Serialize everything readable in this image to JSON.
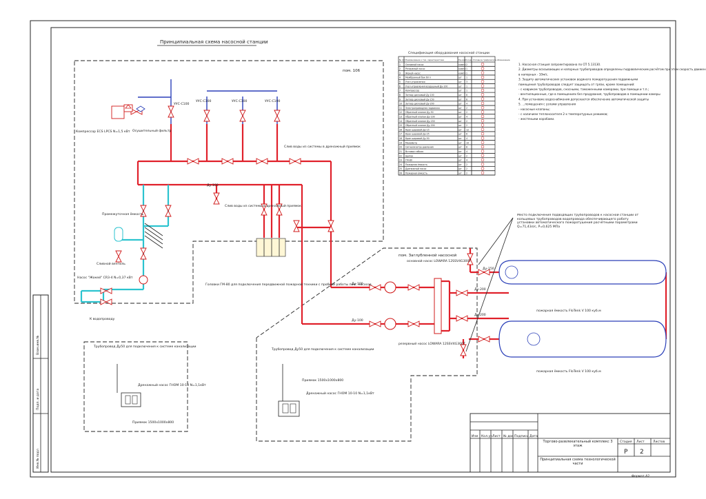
{
  "drawing": {
    "title": "Принципиальная схема насосной станции",
    "room_106": "пом. 106",
    "room_pump": "пом. Заглубленной насосной"
  },
  "spec_table": {
    "title": "Спецификация оборудования насосной станции",
    "headers": [
      "№ п/п",
      "Наименование и тех. характеристики",
      "Ед.изм",
      "Кол-во",
      "Условное графическое обозначение"
    ],
    "rows": [
      [
        "1",
        "Основной насос",
        "компл",
        "2"
      ],
      [
        "2",
        "Резервный насос",
        "компл",
        "1"
      ],
      [
        "3",
        "Жокей-насос",
        "компл",
        "1"
      ],
      [
        "4",
        "Мембранный бак 60 л",
        "шт",
        "1"
      ],
      [
        "5",
        "Узел управления",
        "шт",
        "3"
      ],
      [
        "6",
        "Узел управления воздушный Ду-100",
        "шт",
        "1"
      ],
      [
        "7",
        "Компрессор",
        "шт",
        "1"
      ],
      [
        "8",
        "Затвор дисковый Ду-100",
        "шт",
        "8"
      ],
      [
        "9",
        "Затвор дисковый Ду-150",
        "шт",
        "6"
      ],
      [
        "10",
        "Затвор дисковый Ду-200",
        "шт",
        "4"
      ],
      [
        "11",
        "Электроприводная задвижка",
        "шт",
        "2"
      ],
      [
        "12",
        "Обратный клапан Ду-50",
        "шт",
        "2"
      ],
      [
        "13",
        "Обратный клапан Ду-100",
        "шт",
        "4"
      ],
      [
        "14",
        "Обратный клапан Ду-150",
        "шт",
        "2"
      ],
      [
        "15",
        "Обратный клапан Ду-200",
        "шт",
        "2"
      ],
      [
        "16",
        "Кран шаровой Ду-15",
        "шт",
        "12"
      ],
      [
        "17",
        "Кран шаровой Ду-25",
        "шт",
        "6"
      ],
      [
        "18",
        "Кран шаровой Ду-50",
        "шт",
        "4"
      ],
      [
        "19",
        "Манометр",
        "шт",
        "10"
      ],
      [
        "20",
        "Сигнализатор давления",
        "шт",
        "8"
      ],
      [
        "21",
        "Вставка гибкая",
        "шт",
        "4"
      ],
      [
        "22",
        "Щиток",
        "шт",
        "2"
      ],
      [
        "23",
        "ГМ-80",
        "шт",
        "4"
      ],
      [
        "24",
        "Пожарная ёмкость",
        "шт",
        "2"
      ],
      [
        "25",
        "Дренажный насос",
        "шт",
        "2"
      ],
      [
        "26",
        "Пожарная ёмкость",
        "шт",
        "2"
      ]
    ]
  },
  "notes": [
    "1. Насосная станция запроектирована по СП 5.13130.",
    "2. Диаметры всасывающих и напорных трубопроводов определены гидравлическим расчётом при этом скорость движения воды во всасывающих трубопроводах не превышает 2,8 м/с,",
    "  в напорных - 10м/с.",
    "3. Защиту автоматических установок водяного пожаротушения подвижными",
    "   помещения трубопроводов следует защищать от грязи, кроме помещений:",
    "   - с ковриком трубопроводов, сносными, таможенными камерами, при помощи и т.п.;",
    "   - вентиляционные, где в помещениях без продувания, трубопроводов в помещении камеры",
    "   4. При установке водоснабжения допускается обеспечение автоматической защиты",
    "   5. ...помещения с узлами управления",
    "   - насосные клапаны;",
    "   - с наличием теплоносителя 2-х температурных режимов;",
    "   - жестяными коробами."
  ],
  "labels": {
    "compressor": "Компрессор ECS LPCS N=1,5 кВт",
    "air_filter": "Осушительный фильтр",
    "intermediate_tank": "Промежуточная ёмкость",
    "drain_valve": "Сливной вентиль",
    "jockey_pump": "Насос \"Жокей\" CR3-4 N=0,37 кВт",
    "to_water": "К водопроводу",
    "drain_pipe_1": "Слив воды из системы в дренажный приямок",
    "drain_pipe_2": "Слив воды из системы в дренажный приямок",
    "gm80": "Головки ГМ-80 для подключения передвижной пожарной техники с пробкой работы пож. насосов",
    "pump_main": "основной насос LOWARA 12SSV4G300T",
    "pump_reserve": "резервный насос LOWARA 12SSV4G300T",
    "tank_1": "пожарная ёмкость FloTenk V 100 куб.м",
    "tank_2": "пожарная ёмкость FloTenk V 100 куб.м",
    "fire_station_note": "Место подключения подводящих трубопроводов к насосной станции от кольцевых трубопроводов водопровода обеспечивающего работу установки автоматического пожаротушения расчётными параметрами Q=71,43л/с, P=0,625 МПа",
    "drain_pipe_left": "Трубопровод Ду50 для подключения к системе канализации",
    "drain_pipe_right": "Трубопровод Ду50 для подключения к системе канализации",
    "drain_pump_left": "Дренажный насос ГНОМ 10-10 N=1,1кВт",
    "drain_pump_right": "Дренажный насос ГНОМ 10-10 N=1,1кВт",
    "pit_left": "Приямок 1500х1000х800",
    "pit_right": "Приямок 1500х1000х800",
    "uus1": "УУС-С100",
    "uus2": "УУС-С100",
    "uus3": "УУС-С100",
    "uus4": "УУС-С100",
    "du100": "Ду-100",
    "du150": "Ду-150",
    "du200": "Ду-200"
  },
  "title_block": {
    "project": "Торгово-развлекательный комплекс 3 этаж",
    "sheet_title": "Принципиальная схема технологической части",
    "stage_label": "Стадия",
    "sheet_label": "Лист",
    "sheets_label": "Листов",
    "stage": "Р",
    "sheet": "2",
    "col_labels": [
      "Изм",
      "Кол.уч",
      "Лист",
      "№ док",
      "Подпись",
      "Дата"
    ],
    "format": "Формат А2"
  },
  "side_stamp": [
    "Инв.№ подл",
    "Подп. и дата",
    "Взам.инв.№"
  ]
}
